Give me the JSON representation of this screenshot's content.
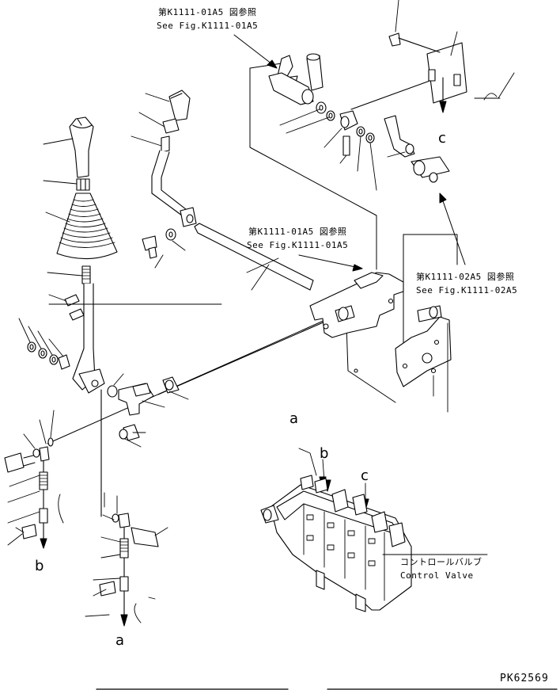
{
  "references": {
    "ref_top": {
      "line1": "第K1111-01A5 図参照",
      "line2": "See Fig.K1111-01A5"
    },
    "ref_mid": {
      "line1": "第K1111-01A5 図参照",
      "line2": "See Fig.K1111-01A5"
    },
    "ref_right": {
      "line1": "第K1111-02A5 図参照",
      "line2": "See Fig.K1111-02A5"
    }
  },
  "control_valve": {
    "jp": "コントロールバルブ",
    "en": "Control Valve"
  },
  "markers": {
    "a": "a",
    "b": "b",
    "c": "c"
  },
  "drawing_code": "PK62569"
}
